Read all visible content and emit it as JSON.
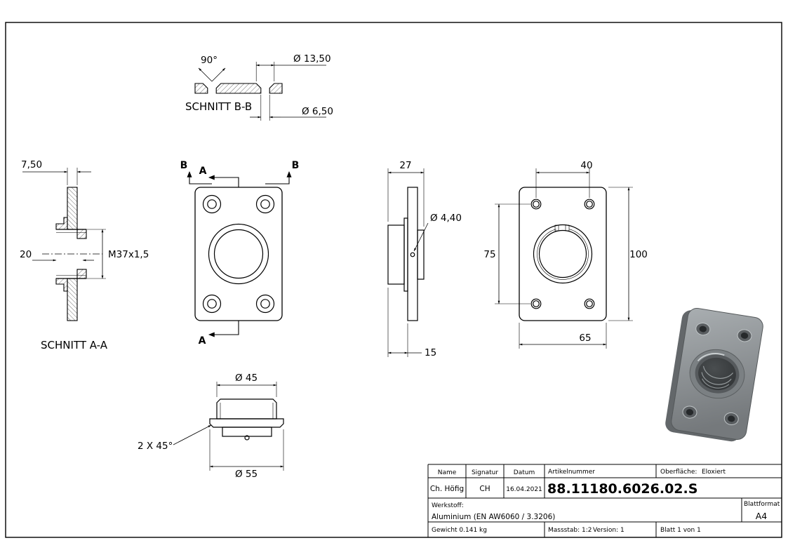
{
  "views": {
    "section_bb": {
      "label": "SCHNITT B-B",
      "angle": "90°",
      "dia_countersink": "Ø 13,50",
      "dia_hole": "Ø 6,50"
    },
    "section_aa": {
      "label": "SCHNITT A-A",
      "plate_thickness": "7,50",
      "boss_depth": "20",
      "thread": "M37x1,5"
    },
    "front": {
      "marker_a": "A",
      "marker_b": "B"
    },
    "side": {
      "depth": "27",
      "dia_hole": "Ø 4,40",
      "length": "15"
    },
    "back": {
      "hole_spacing_h": "40",
      "hole_spacing_v": "75",
      "height": "100",
      "width": "65"
    },
    "bottom": {
      "dia_boss": "Ø 45",
      "chamfer": "2 X 45°",
      "dia_flange": "Ø 55"
    }
  },
  "title_block": {
    "col_name": "Name",
    "col_signature": "Signatur",
    "col_date": "Datum",
    "col_article": "Artikelnummer",
    "surface_label": "Oberfläche:",
    "surface_value": "Eloxiert",
    "name": "Ch. Höfig",
    "signature": "CH",
    "date": "16.04.2021",
    "article_number": "88.11180.6026.02.S",
    "material_label": "Werkstoff:",
    "material": "Aluminium (EN AW6060 / 3.3206)",
    "format_label": "Blattformat",
    "format": "A4",
    "weight": "Gewicht 0.141 kg",
    "scale": "Massstab: 1:2",
    "version": "Version: 1",
    "sheet": "Blatt 1 von 1"
  },
  "colors": {
    "render_side": "#63676a",
    "line": "#000000"
  }
}
